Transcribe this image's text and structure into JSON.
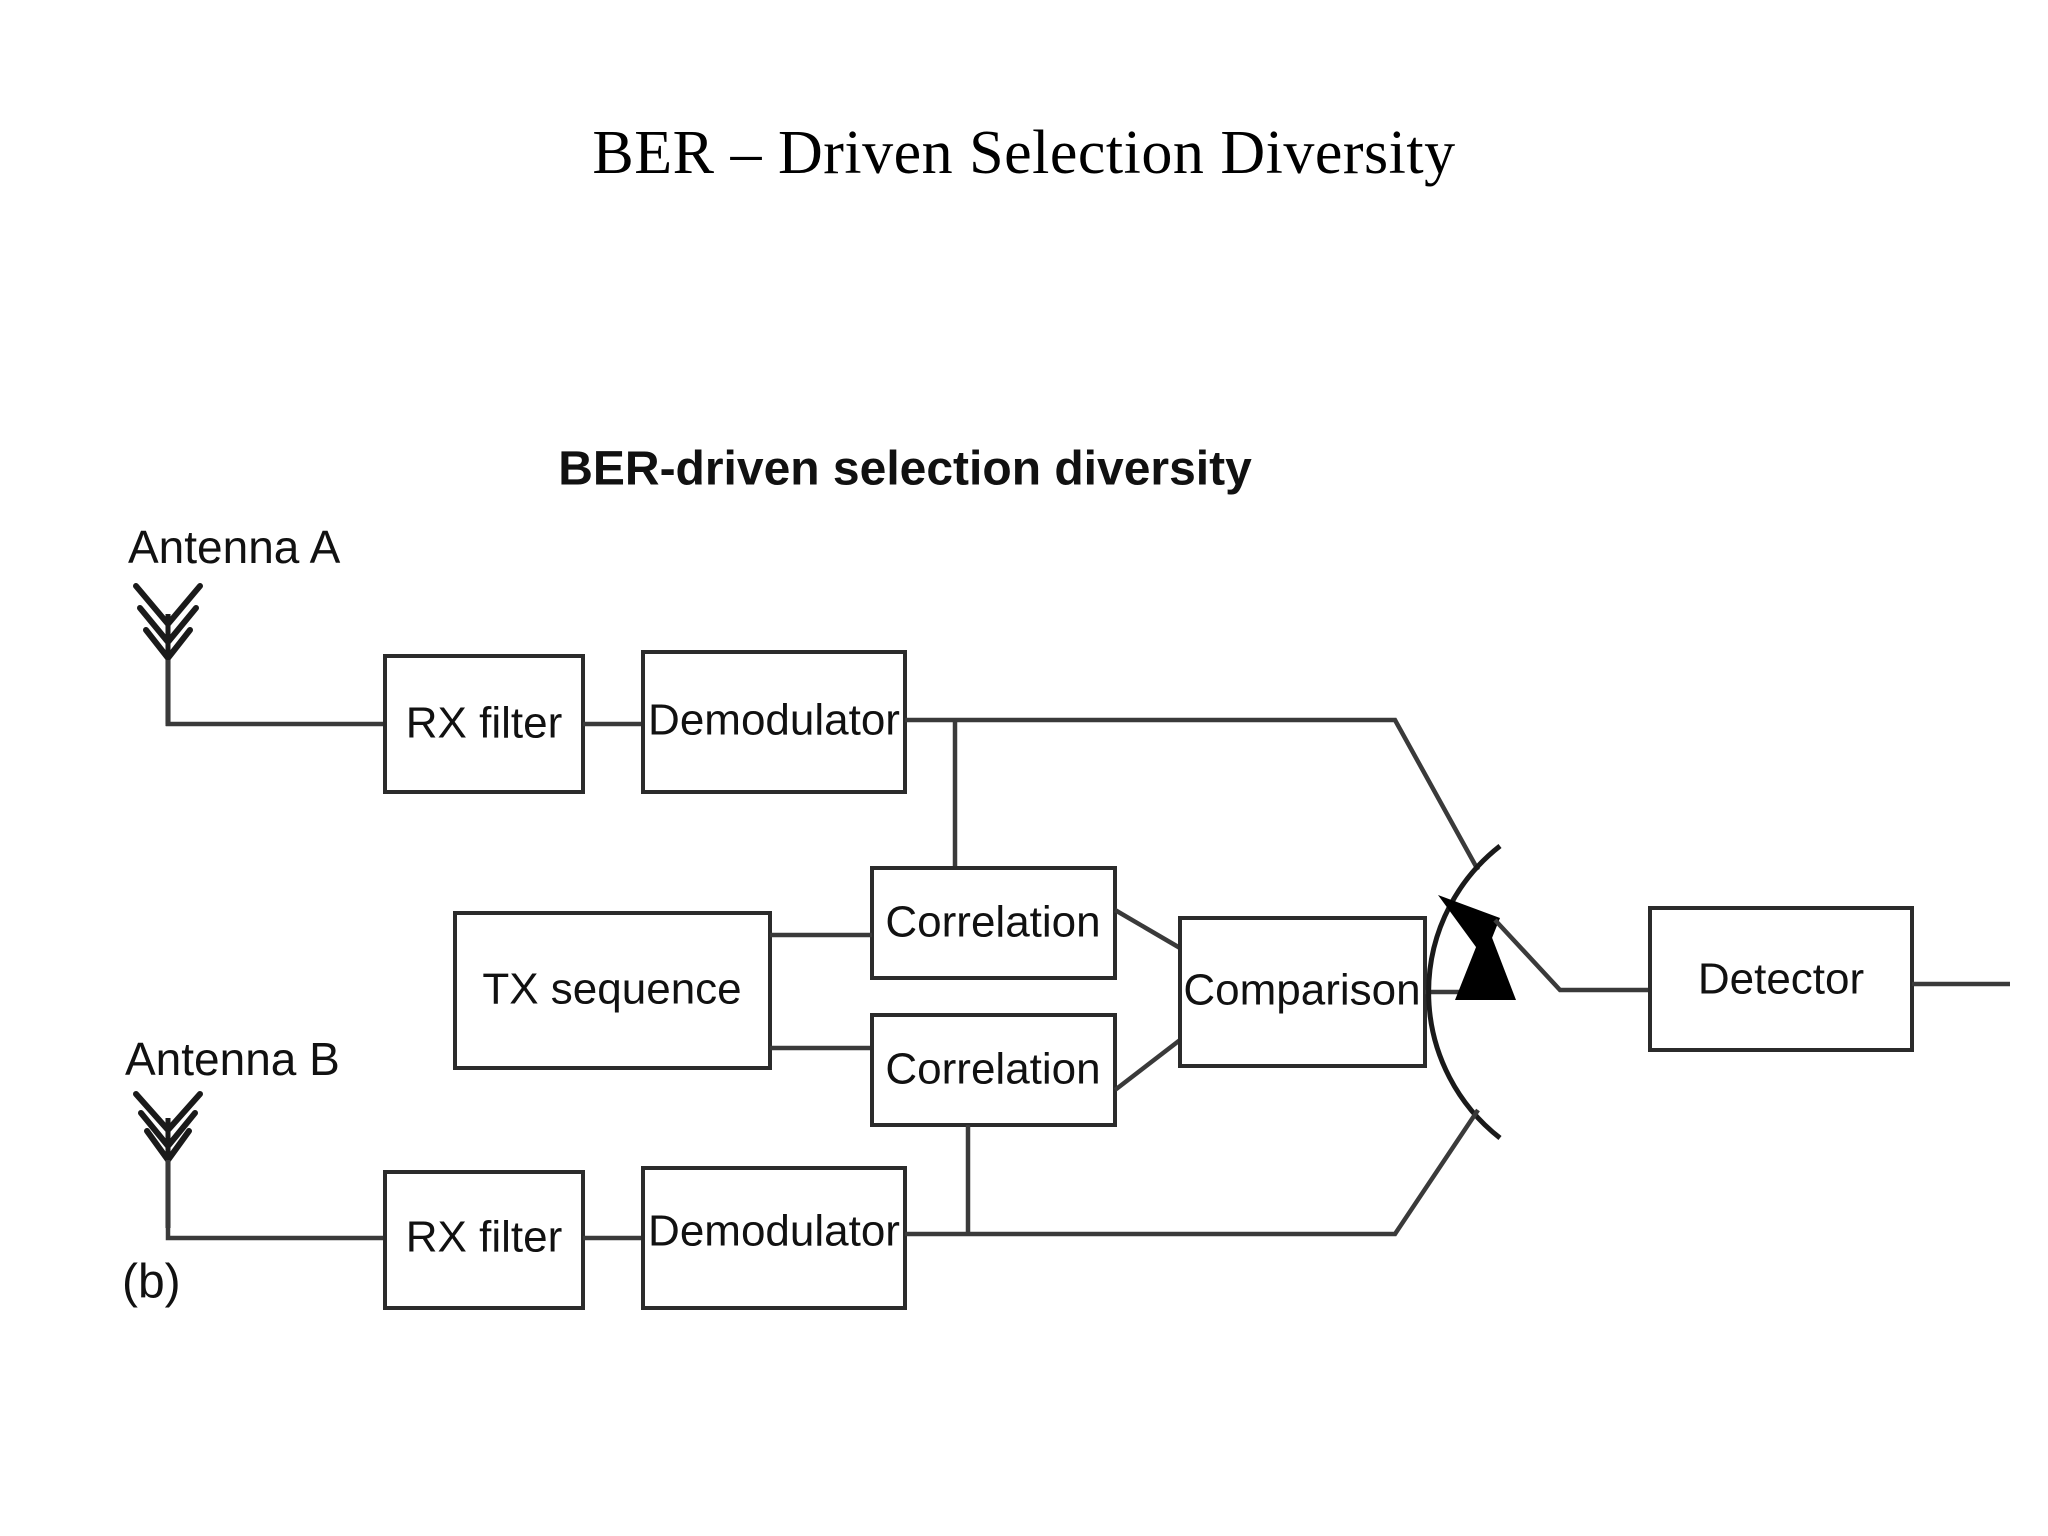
{
  "slide": {
    "title": "BER – Driven Selection Diversity",
    "background_color": "#ffffff",
    "text_color": "#000000"
  },
  "diagram": {
    "caption": "BER-driven selection diversity",
    "subfigure_label": "(b)",
    "line_color": "#3a3a3a",
    "box_fill": "#ffffff",
    "box_stroke": "#2b2b2b",
    "antennas": [
      {
        "label": "Antenna A",
        "id": "antenna-a",
        "chevrons": 3
      },
      {
        "label": "Antenna B",
        "id": "antenna-b",
        "chevrons": 3
      }
    ],
    "blocks": {
      "rx_filter_a": "RX filter",
      "demodulator_a": "Demodulator",
      "rx_filter_b": "RX filter",
      "demodulator_b": "Demodulator",
      "tx_sequence": "TX sequence",
      "correlation_a": "Correlation",
      "correlation_b": "Correlation",
      "comparison": "Comparison",
      "detector": "Detector"
    },
    "switch": {
      "name": "selection-switch",
      "type": "arc-with-double-arrow"
    }
  }
}
